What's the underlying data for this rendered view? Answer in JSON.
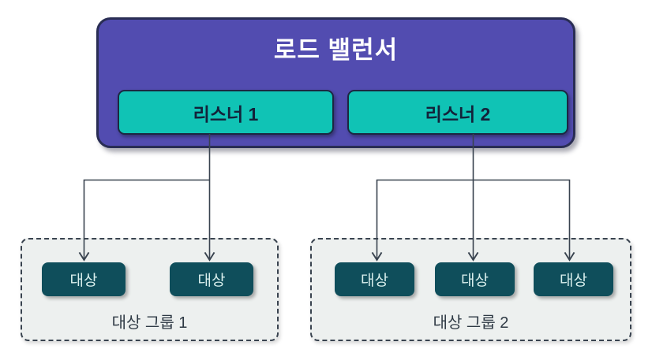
{
  "load_balancer": {
    "title": "로드 밸런서",
    "listeners": [
      {
        "label": "리스너 1"
      },
      {
        "label": "리스너 2"
      }
    ]
  },
  "target_groups": [
    {
      "label": "대상 그룹 1",
      "targets": [
        {
          "label": "대상"
        },
        {
          "label": "대상"
        }
      ]
    },
    {
      "label": "대상 그룹 2",
      "targets": [
        {
          "label": "대상"
        },
        {
          "label": "대상"
        },
        {
          "label": "대상"
        }
      ]
    }
  ],
  "colors": {
    "load_balancer_fill": "#524CB0",
    "load_balancer_border": "#292D54",
    "load_balancer_title_text": "#FFFFFF",
    "listener_fill": "#10C3B5",
    "listener_border": "#1C2742",
    "listener_text": "#13223A",
    "target_fill": "#0F4E5B",
    "target_text": "#D9EFED",
    "group_fill": "#EDF0EF",
    "group_border": "#39434F",
    "group_label_text": "#2F3A45",
    "connector_line": "#39434F",
    "page_background": "#FFFFFF"
  }
}
